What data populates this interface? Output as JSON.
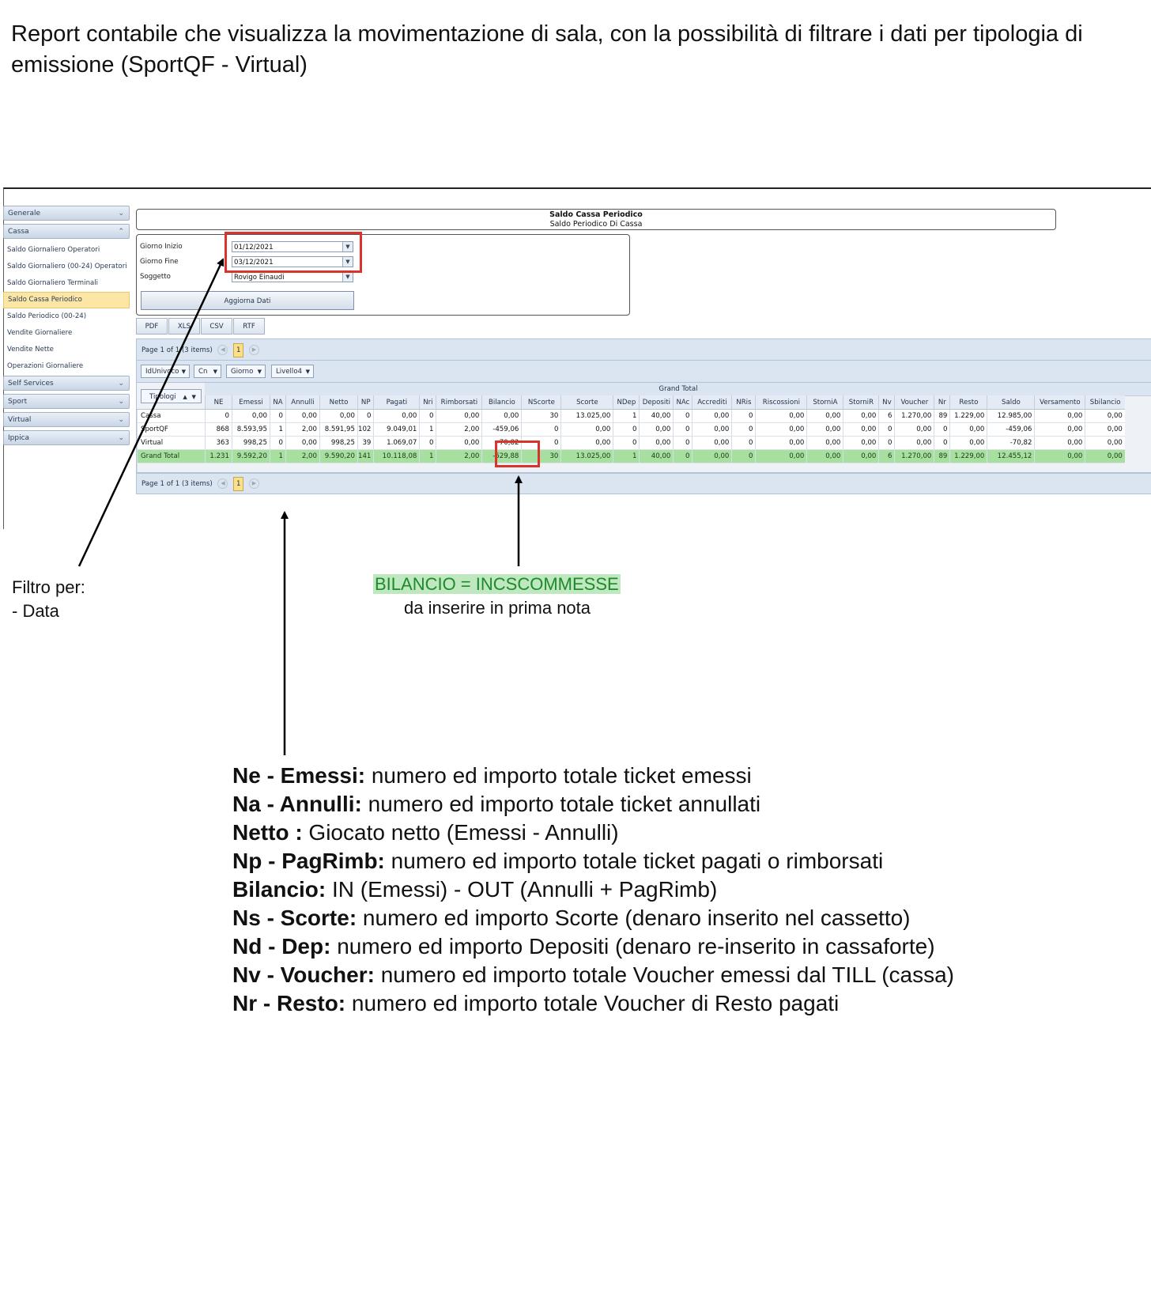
{
  "intro": "Report contabile che visualizza la movimentazione di sala, con la possibilità di filtrare i dati per tipologia di emissione (SportQF -  Virtual)",
  "sidebar": {
    "groups_top": [
      {
        "label": "Generale",
        "chevron": "⌄"
      },
      {
        "label": "Cassa",
        "chevron": "⌃"
      }
    ],
    "items": [
      {
        "label": "Saldo Giornaliero Operatori"
      },
      {
        "label": "Saldo Giornaliero (00-24) Operatori"
      },
      {
        "label": "Saldo Giornaliero Terminali"
      },
      {
        "label": "Saldo Cassa Periodico",
        "selected": true
      },
      {
        "label": "Saldo Periodico (00-24)"
      },
      {
        "label": "Vendite Giornaliere"
      },
      {
        "label": "Vendite Nette"
      },
      {
        "label": "Operazioni Giornaliere"
      }
    ],
    "groups_bottom": [
      {
        "label": "Self Services",
        "chevron": "⌄"
      },
      {
        "label": "Sport",
        "chevron": "⌄"
      },
      {
        "label": "Virtual",
        "chevron": "⌄"
      },
      {
        "label": "Ippica",
        "chevron": "⌄"
      }
    ]
  },
  "report": {
    "title": "Saldo Cassa Periodico",
    "subtitle": "Saldo Periodico Di Cassa"
  },
  "filters": {
    "start_label": "Giorno Inizio",
    "start_value": "01/12/2021",
    "end_label": "Giorno Fine",
    "end_value": "03/12/2021",
    "subject_label": "Soggetto",
    "subject_value": "Rovigo Einaudi",
    "update_button": "Aggiorna Dati"
  },
  "exports": [
    "PDF",
    "XLS",
    "CSV",
    "RTF"
  ],
  "pager_top": {
    "text": "Page 1 of 1 (3 items)",
    "page": "1"
  },
  "pager_bottom": {
    "text": "Page 1 of 1 (3 items)",
    "page": "1"
  },
  "grouping": [
    "IdUnivoco",
    "Cn",
    "Giorno",
    "Livello4"
  ],
  "table": {
    "row_header": "Tipologi",
    "group_title": "Grand Total",
    "columns": [
      "NE",
      "Emessi",
      "NA",
      "Annulli",
      "Netto",
      "NP",
      "Pagati",
      "Nri",
      "Rimborsati",
      "Bilancio",
      "NScorte",
      "Scorte",
      "NDep",
      "Depositi",
      "NAc",
      "Accrediti",
      "NRis",
      "Riscossioni",
      "StorniA",
      "StorniR",
      "Nv",
      "Voucher",
      "Nr",
      "Resto",
      "Saldo",
      "Versamento",
      "Sbilancio"
    ],
    "rows": [
      {
        "label": "Cassa",
        "cells": [
          "0",
          "0,00",
          "0",
          "0,00",
          "0,00",
          "0",
          "0,00",
          "0",
          "0,00",
          "0,00",
          "30",
          "13.025,00",
          "1",
          "40,00",
          "0",
          "0,00",
          "0",
          "0,00",
          "0,00",
          "0,00",
          "6",
          "1.270,00",
          "89",
          "1.229,00",
          "12.985,00",
          "0,00",
          "0,00"
        ]
      },
      {
        "label": "SportQF",
        "cells": [
          "868",
          "8.593,95",
          "1",
          "2,00",
          "8.591,95",
          "102",
          "9.049,01",
          "1",
          "2,00",
          "-459,06",
          "0",
          "0,00",
          "0",
          "0,00",
          "0",
          "0,00",
          "0",
          "0,00",
          "0,00",
          "0,00",
          "0",
          "0,00",
          "0",
          "0,00",
          "-459,06",
          "0,00",
          "0,00"
        ]
      },
      {
        "label": "Virtual",
        "cells": [
          "363",
          "998,25",
          "0",
          "0,00",
          "998,25",
          "39",
          "1.069,07",
          "0",
          "0,00",
          "-70,82",
          "0",
          "0,00",
          "0",
          "0,00",
          "0",
          "0,00",
          "0",
          "0,00",
          "0,00",
          "0,00",
          "0",
          "0,00",
          "0",
          "0,00",
          "-70,82",
          "0,00",
          "0,00"
        ]
      }
    ],
    "grand_total": {
      "label": "Grand Total",
      "cells": [
        "1.231",
        "9.592,20",
        "1",
        "2,00",
        "9.590,20",
        "141",
        "10.118,08",
        "1",
        "2,00",
        "-529,88",
        "30",
        "13.025,00",
        "1",
        "40,00",
        "0",
        "0,00",
        "0",
        "0,00",
        "0,00",
        "0,00",
        "6",
        "1.270,00",
        "89",
        "1.229,00",
        "12.455,12",
        "0,00",
        "0,00"
      ]
    }
  },
  "annotations": {
    "filter_title": "Filtro per:",
    "filter_item": "- Data",
    "bilancio_main": "BILANCIO =  INCSCOMMESSE",
    "bilancio_sub": "da inserire in prima nota",
    "highlight_color": "#bfe8c0",
    "marker_color": "#d8342b"
  },
  "legend": [
    {
      "term": "Ne - Emessi:",
      "desc": " numero ed importo totale ticket emessi"
    },
    {
      "term": "Na - Annulli:",
      "desc": " numero ed importo totale ticket annullati"
    },
    {
      "term": "Netto :",
      "desc": " Giocato netto (Emessi - Annulli)"
    },
    {
      "term": "Np - PagRimb:",
      "desc": " numero ed importo totale ticket pagati o rimborsati"
    },
    {
      "term": "Bilancio:",
      "desc": " IN (Emessi) - OUT (Annulli + PagRimb)"
    },
    {
      "term": "Ns - Scorte:",
      "desc": " numero ed importo Scorte (denaro inserito nel cassetto)"
    },
    {
      "term": "Nd - Dep:",
      "desc": " numero ed importo Depositi (denaro re-inserito in cassaforte)"
    },
    {
      "term": "Nv - Voucher:",
      "desc": " numero ed importo totale Voucher emessi dal TILL (cassa)"
    },
    {
      "term": "Nr - Resto:",
      "desc": " numero ed importo totale Voucher di Resto pagati"
    }
  ]
}
